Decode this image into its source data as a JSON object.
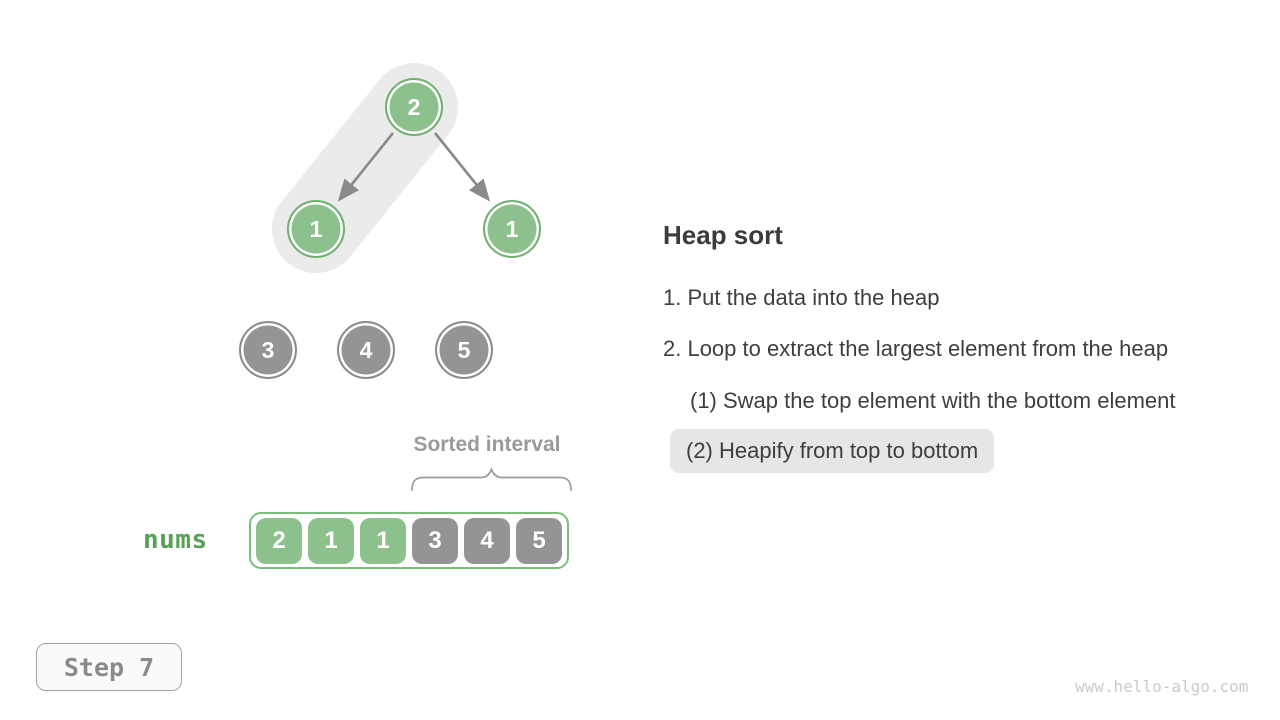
{
  "figure": {
    "title": "Heap sort",
    "steps": [
      "1. Put the data into the heap",
      "2. Loop to extract the largest element from the heap"
    ],
    "substeps": [
      {
        "text": "(1) Swap the top element with the bottom element",
        "highlighted": false
      },
      {
        "text": "(2) Heapify from top to bottom",
        "highlighted": true
      }
    ]
  },
  "tree": {
    "nodes": [
      {
        "value": "2",
        "role": "root",
        "color": "green"
      },
      {
        "value": "1",
        "role": "left-child",
        "color": "green"
      },
      {
        "value": "1",
        "role": "right-child",
        "color": "green"
      },
      {
        "value": "3",
        "role": "extracted",
        "color": "gray"
      },
      {
        "value": "4",
        "role": "extracted",
        "color": "gray"
      },
      {
        "value": "5",
        "role": "extracted",
        "color": "gray"
      }
    ],
    "highlight_path": "root-to-left-child"
  },
  "array": {
    "label": "nums",
    "cells": [
      {
        "value": "2",
        "color": "green"
      },
      {
        "value": "1",
        "color": "green"
      },
      {
        "value": "1",
        "color": "green"
      },
      {
        "value": "3",
        "color": "gray"
      },
      {
        "value": "4",
        "color": "gray"
      },
      {
        "value": "5",
        "color": "gray"
      }
    ],
    "interval_label": "Sorted interval"
  },
  "step_badge": {
    "label": "Step 7"
  },
  "watermark": "www.hello-algo.com",
  "colors": {
    "node_green": "#8cc08c",
    "node_green_ring": "#70b070",
    "node_gray": "#949494",
    "node_gray_ring": "#8c8c8c",
    "array_border_green": "#79be79",
    "nums_label_green": "#55a155",
    "highlight_capsule": "#ebebeb",
    "substep_highlight_bg": "#e6e6e6",
    "arrow_gray": "#8a8a8a",
    "text_dark": "#3e3e3e",
    "muted_gray": "#9a9a9a"
  }
}
